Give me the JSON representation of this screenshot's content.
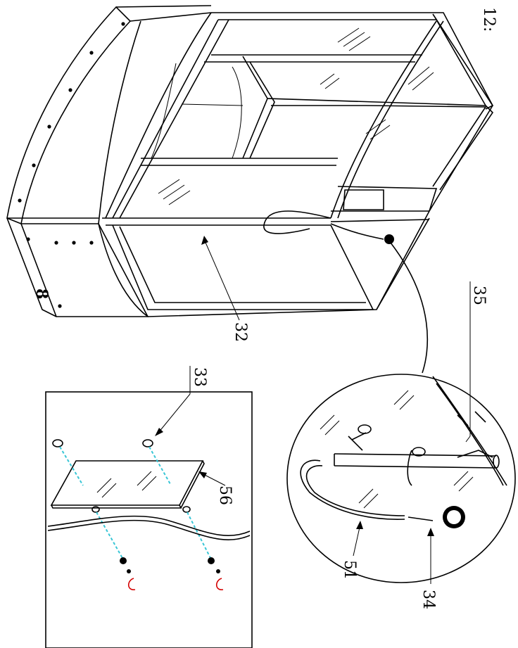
{
  "step_label": "12:",
  "step_number": "8",
  "callouts": {
    "c32": "32",
    "c33": "33",
    "c34": "34",
    "c35": "35",
    "c51": "51",
    "c56": "56"
  },
  "colors": {
    "line": "#000000",
    "dashed_guides": "#39c6d6",
    "clips": "#d40000"
  }
}
